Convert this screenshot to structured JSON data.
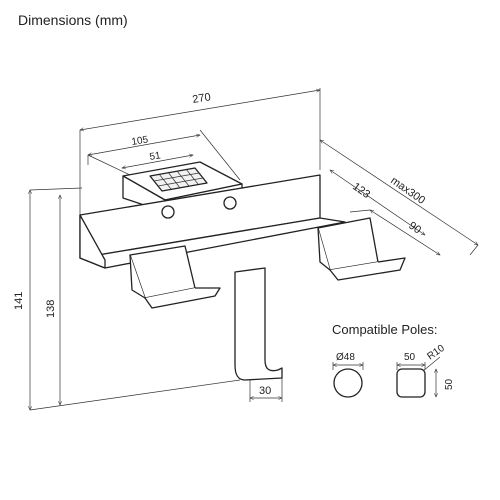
{
  "title": "Dimensions (mm)",
  "dimensions": {
    "width_total": "270",
    "hub_width": "105",
    "hub_inner": "51",
    "depth_max": "max300",
    "depth_a": "123",
    "depth_b": "90",
    "height_total": "141",
    "height_inner": "138",
    "clamp_width": "30"
  },
  "compatible": {
    "label": "Compatible Poles:",
    "round_diameter": "Ø48",
    "square_width": "50",
    "square_radius": "R10",
    "square_height": "50"
  }
}
